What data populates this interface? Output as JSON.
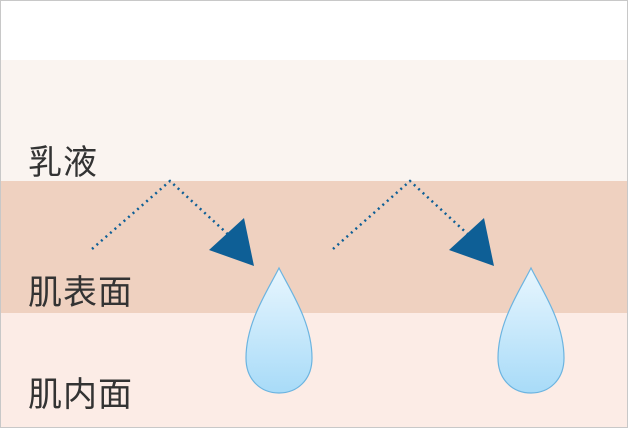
{
  "layers": [
    {
      "label": "乳液",
      "color": "#faf4f0"
    },
    {
      "label": "肌表面",
      "color": "#efd1c0"
    },
    {
      "label": "肌内面",
      "color": "#fcece6"
    }
  ],
  "colors": {
    "arrow": "#0e5f96",
    "drop_top": "#e6f5fe",
    "drop_bottom": "#aadcf8",
    "drop_stroke": "#6cb4e0"
  },
  "icons": [
    "dotted-arrow-icon",
    "water-drop-icon"
  ]
}
